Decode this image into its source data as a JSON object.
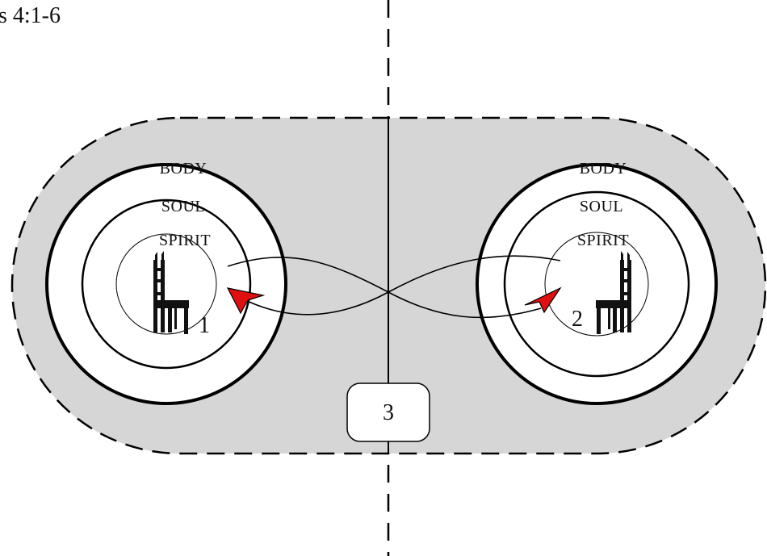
{
  "reference": "s 4:1-6",
  "left_person": {
    "number": "1",
    "rings": {
      "outer": "BODY",
      "middle": "SOUL",
      "inner": "SPIRIT"
    }
  },
  "right_person": {
    "number": "2",
    "rings": {
      "outer": "BODY",
      "middle": "SOUL",
      "inner": "SPIRIT"
    }
  },
  "center_box": {
    "label": "3"
  },
  "colors": {
    "enclosure_fill": "#d6d6d6",
    "arrowhead": "#e01010",
    "stroke": "#000000"
  },
  "icons": {
    "left_seat": "chair-icon",
    "right_seat": "chair-icon"
  }
}
